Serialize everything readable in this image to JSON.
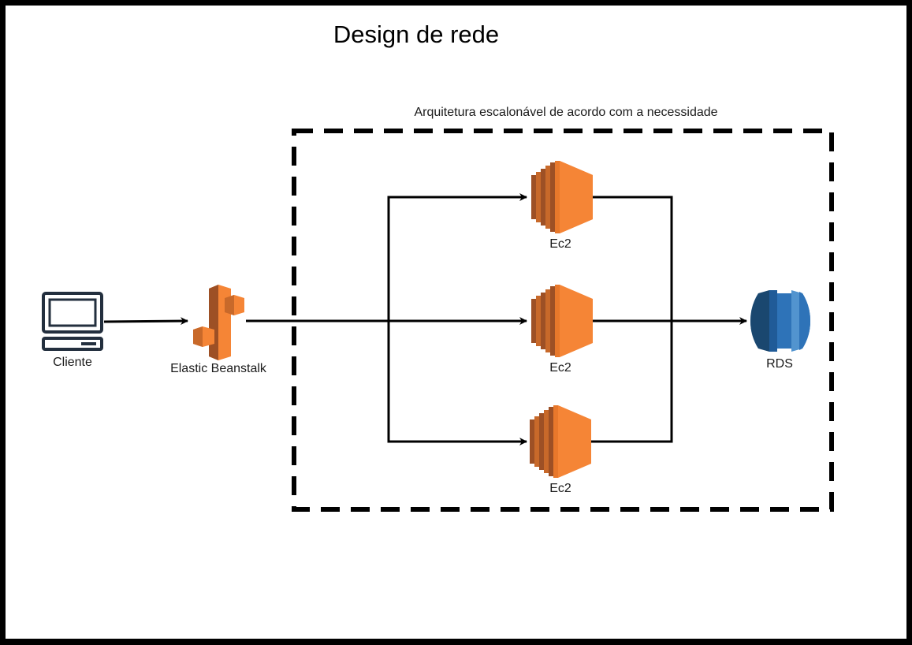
{
  "title": "Design de rede",
  "group": {
    "caption": "Arquitetura escalonável de acordo com a necessidade"
  },
  "nodes": {
    "client": {
      "label": "Cliente",
      "icon": "desktop-computer-icon"
    },
    "beanstalk": {
      "label": "Elastic Beanstalk",
      "icon": "aws-elastic-beanstalk-icon"
    },
    "ec2_top": {
      "label": "Ec2",
      "icon": "aws-ec2-icon"
    },
    "ec2_middle": {
      "label": "Ec2",
      "icon": "aws-ec2-icon"
    },
    "ec2_bottom": {
      "label": "Ec2",
      "icon": "aws-ec2-icon"
    },
    "rds": {
      "label": "RDS",
      "icon": "aws-rds-icon"
    }
  },
  "colors": {
    "aws_orange": "#F58536",
    "aws_orange_dark": "#9D5025",
    "aws_orange_mid": "#E8782B",
    "rds_blue": "#2E73B8",
    "rds_blue_dark": "#1A476F",
    "rds_blue_light": "#5294CF",
    "computer_gray": "#232F3E",
    "connector": "#000000"
  }
}
